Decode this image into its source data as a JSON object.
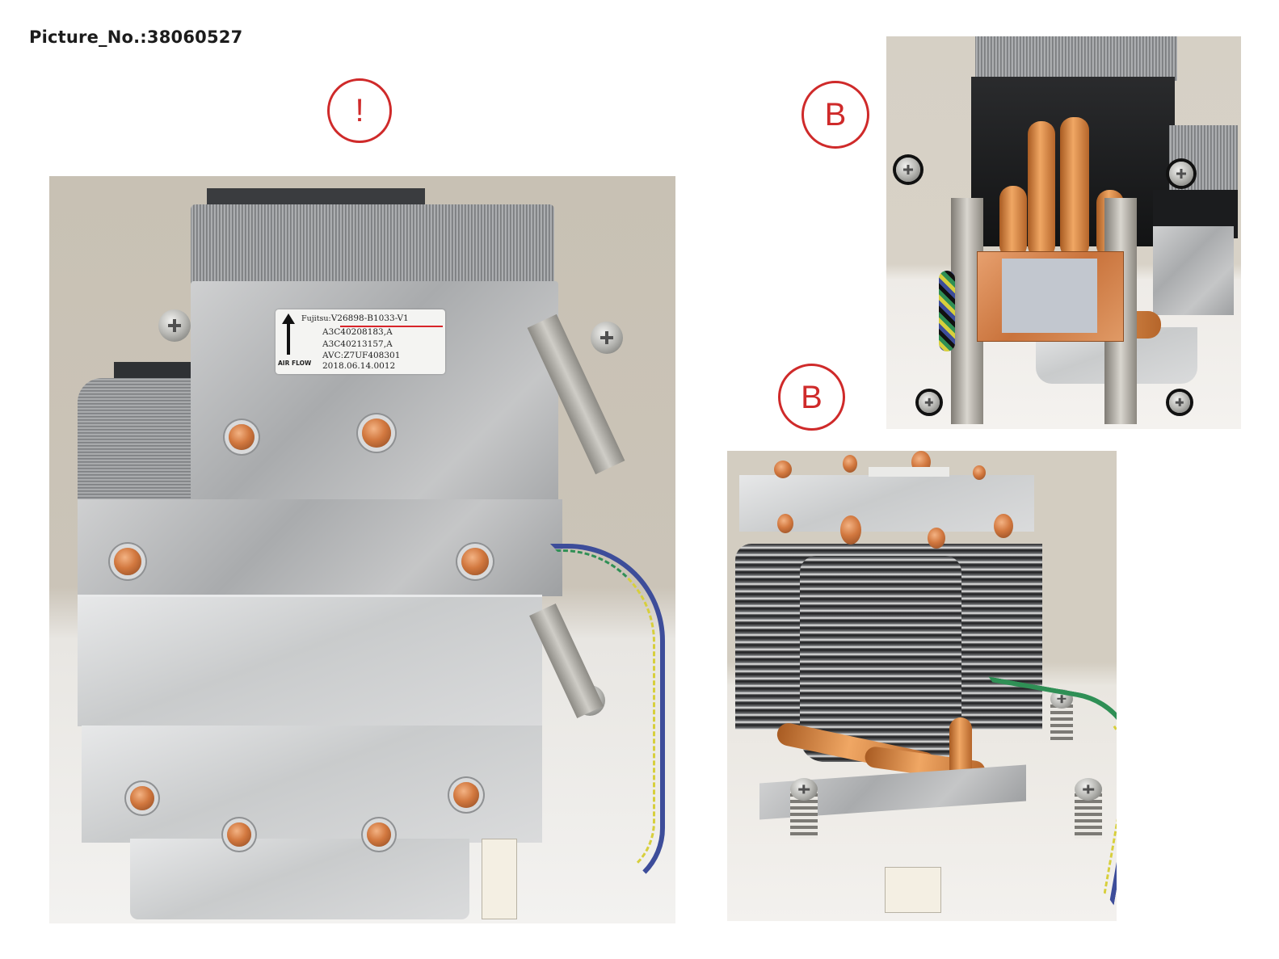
{
  "header": {
    "picture_number_text": "Picture_No.:38060527"
  },
  "markers": [
    {
      "id": "warning",
      "symbol": "!",
      "color": "#cf2a2a"
    },
    {
      "id": "b-top",
      "symbol": "B",
      "color": "#cf2a2a"
    },
    {
      "id": "b-bottom",
      "symbol": "B",
      "color": "#cf2a2a"
    }
  ],
  "photos": [
    {
      "id": "front-view",
      "subject": "CPU heatsink, front face with product label",
      "label": {
        "brand": "Fujitsu:",
        "part_number": "V26898-B1033-V1",
        "line2": "A3C40208183,A",
        "line3": "A3C40213157,A",
        "line4": "AVC:Z7UF408301",
        "line5": "2018.06.14.0012",
        "airflow_text": "AIR FLOW",
        "underline_color": "#d8252a"
      }
    },
    {
      "id": "base-view",
      "subject": "CPU heatsink, bottom with copper base, thermal pad and mounting bracket"
    },
    {
      "id": "side-view",
      "subject": "CPU heatsink, side with fin stack, heat pipes, spring screws and 4-pin fan cable"
    }
  ],
  "colors": {
    "marker_red": "#cf2a2a",
    "background": "#ffffff",
    "photo_backdrop": "#cdc6ba",
    "copper": "#d2783f"
  }
}
